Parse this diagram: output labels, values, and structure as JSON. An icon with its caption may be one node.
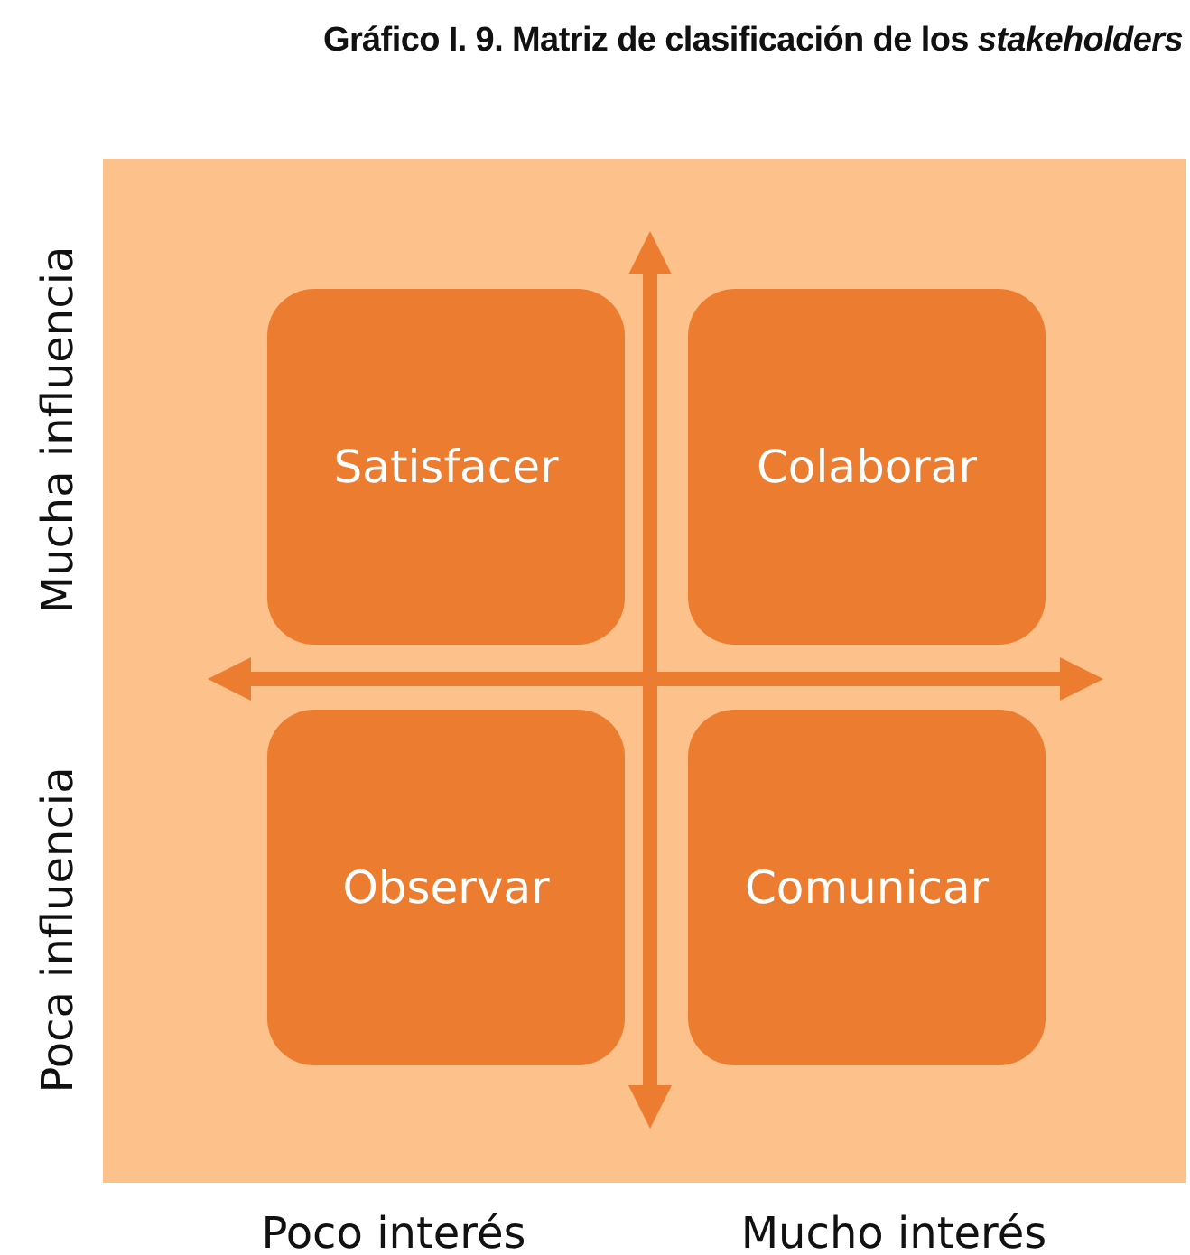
{
  "diagram": {
    "title": "Gráfico I. 9. Matriz de clasificación de los *stakeholders*",
    "nodes": [
      {
        "text": [
          "Satisfacer"
        ]
      },
      {
        "text": [
          "Colaborar"
        ]
      },
      {
        "text": [
          "Observar"
        ]
      },
      {
        "text": [
          "Comunicar"
        ]
      }
    ],
    "labels": [
      "Mucha influencia",
      "Poca influencia",
      "Poco interés",
      "Mucho interés"
    ]
  }
}
